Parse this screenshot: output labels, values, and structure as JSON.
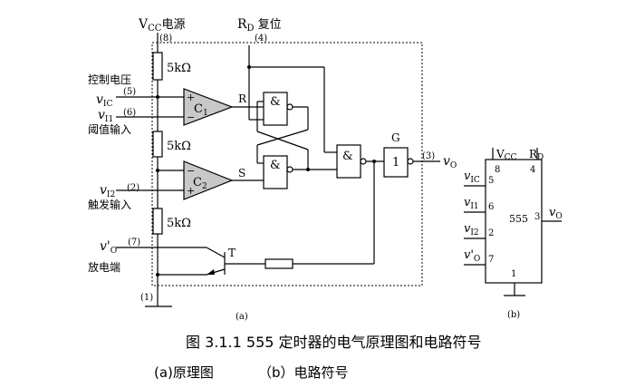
{
  "figure_a": {
    "vcc": "V",
    "vcc_sub": "CC",
    "vcc_name": "电源",
    "pin8": "(8)",
    "rd": "R",
    "rd_sub": "D",
    "rd_name": "复位",
    "pin4": "(4)",
    "res1": "5kΩ",
    "res2": "5kΩ",
    "res3": "5kΩ",
    "ctrl_label": "控制电压",
    "pin5": "(5)",
    "pin6": "(6)",
    "pin2": "(2)",
    "pin7": "(7)",
    "pin1": "(1)",
    "pin3": "(3)",
    "vic": "v",
    "vic_sub": "IC",
    "vi1": "v",
    "vi1_sub": "I1",
    "thresh_label": "阈值输入",
    "vi2": "v",
    "vi2_sub": "I2",
    "trig_label": "触发输入",
    "vo_prime": "v'",
    "vo_prime_sub": "O",
    "discharge_label": "放电端",
    "comp1": "C",
    "comp1_sub": "1",
    "comp2": "C",
    "comp2_sub": "2",
    "plus": "+",
    "minus": "−",
    "r_label": "R",
    "s_label": "S",
    "and": "&",
    "g_label": "G",
    "g_value": "1",
    "t_label": "T",
    "vo": "v",
    "vo_sub": "O",
    "label": "(a)"
  },
  "figure_b": {
    "vcc": "V",
    "vcc_sub": "CC",
    "rd": "R",
    "rd_sub": "D",
    "pin8": "8",
    "pin4": "4",
    "chip": "555",
    "pin5": "5",
    "pin6": "6",
    "pin2": "2",
    "pin7": "7",
    "pin1": "1",
    "pin3": "3",
    "vic": "v",
    "vic_sub": "IC",
    "vi1": "v",
    "vi1_sub": "I1",
    "vi2": "v",
    "vi2_sub": "I2",
    "vo_prime": "v'",
    "vo_prime_sub": "O",
    "vo": "v",
    "vo_sub": "O",
    "label": "(b)"
  },
  "caption": {
    "title": "图 3.1.1 555 定时器的电气原理图和电路符号",
    "part_a": "(a)原理图",
    "part_b": "（b）电路符号"
  }
}
